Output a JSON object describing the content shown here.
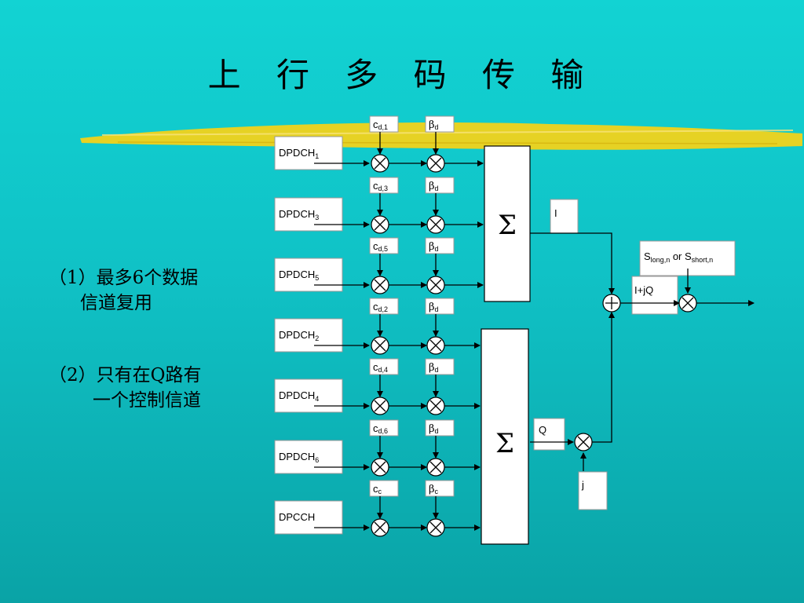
{
  "title": "上 行 多 码 传 输",
  "notes": {
    "n1_line1": "（1）最多6个数据",
    "n1_line2": "信道复用",
    "n2_line1": "（2）只有在Q路有",
    "n2_line2": "一个控制信道"
  },
  "colors": {
    "background": "#12d3d3",
    "highlight_stroke": "#f2d21a"
  },
  "diagram": {
    "rows": [
      {
        "ch_main": "DPDCH",
        "ch_sub": "1",
        "c_main": "c",
        "c_sub": "d,1",
        "b_main": "β",
        "b_sub": "d"
      },
      {
        "ch_main": "DPDCH",
        "ch_sub": "3",
        "c_main": "c",
        "c_sub": "d,3",
        "b_main": "β",
        "b_sub": "d"
      },
      {
        "ch_main": "DPDCH",
        "ch_sub": "5",
        "c_main": "c",
        "c_sub": "d,5",
        "b_main": "β",
        "b_sub": "d"
      },
      {
        "ch_main": "DPDCH",
        "ch_sub": "2",
        "c_main": "c",
        "c_sub": "d,2",
        "b_main": "β",
        "b_sub": "d"
      },
      {
        "ch_main": "DPDCH",
        "ch_sub": "4",
        "c_main": "c",
        "c_sub": "d,4",
        "b_main": "β",
        "b_sub": "d"
      },
      {
        "ch_main": "DPDCH",
        "ch_sub": "6",
        "c_main": "c",
        "c_sub": "d,6",
        "b_main": "β",
        "b_sub": "d"
      },
      {
        "ch_main": "DPCCH",
        "ch_sub": "",
        "c_main": "c",
        "c_sub": "c",
        "b_main": "β",
        "b_sub": "c"
      }
    ],
    "sum_symbol": "Σ",
    "i_label": "I",
    "q_label": "Q",
    "j_label": "j",
    "ijq_label": "I+jQ",
    "scramble": {
      "s1": "S",
      "s1_sub": "long,n",
      "or": " or ",
      "s2": "S",
      "s2_sub": "short,n"
    }
  }
}
